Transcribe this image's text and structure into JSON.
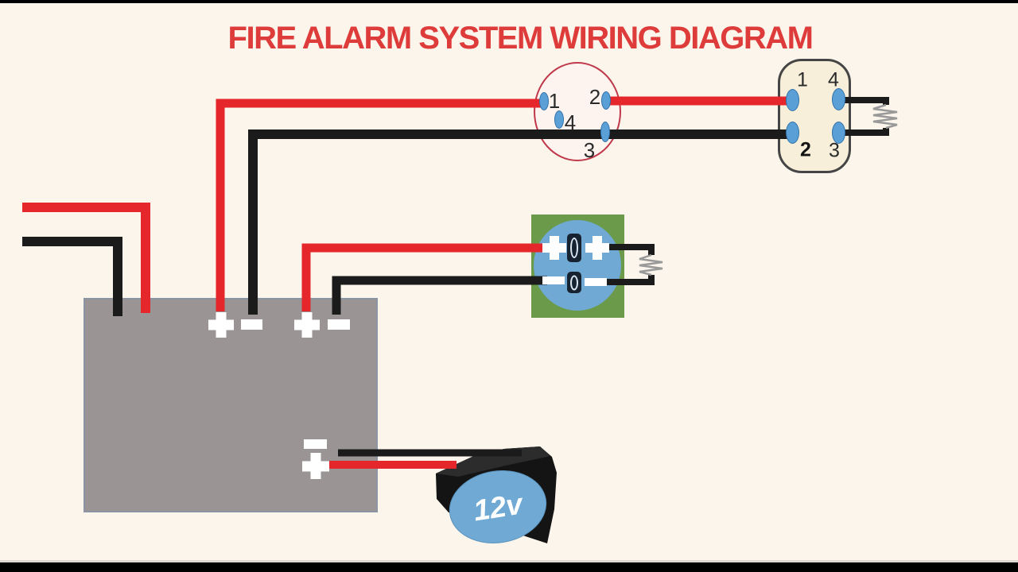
{
  "title": {
    "text": "FIRE ALARM SYSTEM WIRING DIAGRAM"
  },
  "smoke_detector": {
    "terminal_1": "1",
    "terminal_2": "2",
    "terminal_3": "3",
    "terminal_4": "4"
  },
  "call_point": {
    "terminal_1": "1",
    "terminal_2": "2",
    "terminal_3": "3",
    "terminal_4": "4"
  },
  "battery": {
    "label": "12v"
  },
  "colors": {
    "background": "#fbf5ec",
    "title_red": "#de3b3b",
    "wire_red": "#e5262a",
    "wire_black": "#1b1b1b",
    "panel_gray": "#9a9494",
    "detector_outline": "#c0394b",
    "callpoint_cream": "#f7efd9",
    "sounder_green": "#6b9b4a",
    "sounder_blue": "#6fa9d4",
    "terminal_blue": "#5aa0d6",
    "battery_black": "#141414",
    "battery_label_blue": "#6fa9d4",
    "resistor_gray": "#999999"
  }
}
